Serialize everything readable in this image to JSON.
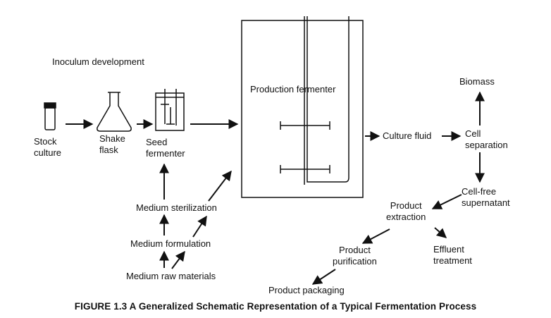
{
  "labels": {
    "inoculum": "Inoculum development",
    "stock_culture": "Stock\nculture",
    "shake_flask": "Shake\nflask",
    "seed_fermenter": "Seed\nfermenter",
    "production_fermenter": "Production fermenter",
    "culture_fluid": "Culture fluid",
    "biomass": "Biomass",
    "cell_separation": "Cell\nseparation",
    "cell_free": "Cell-free\nsupernatant",
    "product_extraction": "Product\nextraction",
    "product_purification": "Product\npurification",
    "effluent": "Effluent\ntreatment",
    "product_packaging": "Product packaging",
    "medium_sterilization": "Medium sterilization",
    "medium_formulation": "Medium formulation",
    "medium_raw": "Medium raw materials"
  },
  "caption": "FIGURE 1.3  A Generalized Schematic Representation of a Typical Fermentation Process"
}
